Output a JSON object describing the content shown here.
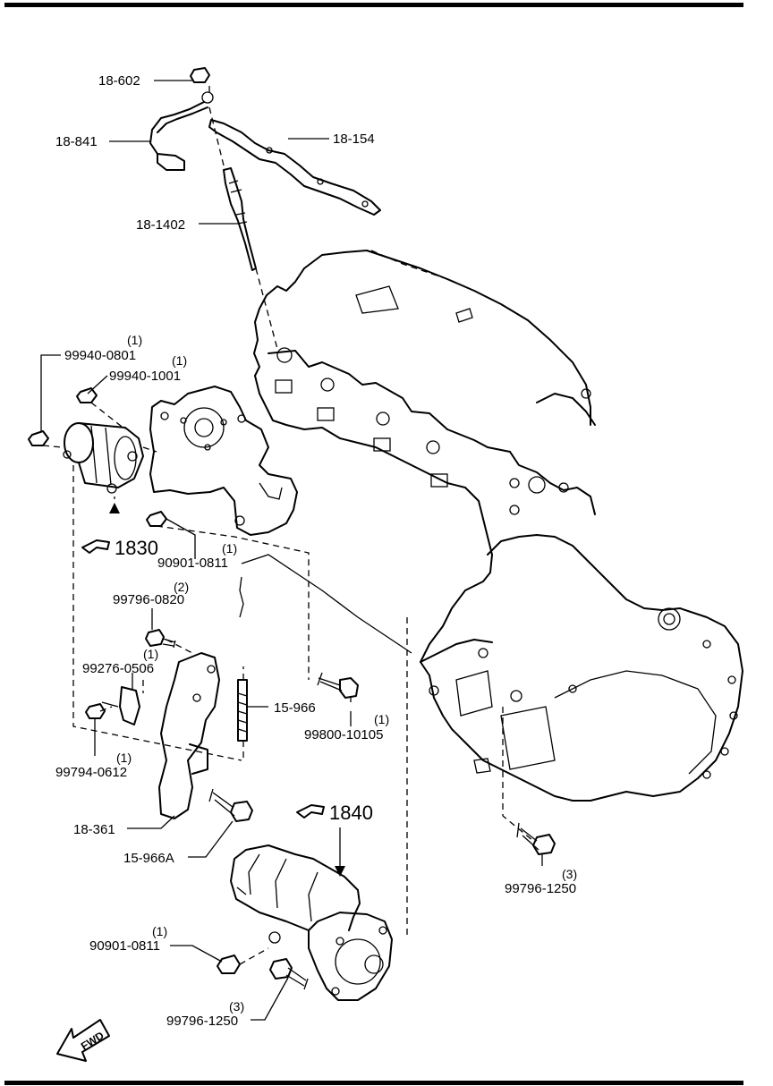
{
  "labels": {
    "nut_18_602": "18-602",
    "harness_18_841": "18-841",
    "plate_18_154": "18-154",
    "plug_18_1402": "18-1402",
    "nut_99940_0801": "99940-0801",
    "nut_99940_0801_qty": "(1)",
    "nut_99940_1001": "99940-1001",
    "nut_99940_1001_qty": "(1)",
    "nut_90901_0811_upper": "90901-0811",
    "nut_90901_0811_upper_qty": "(1)",
    "bolt_99796_0820": "99796-0820",
    "bolt_99796_0820_qty": "(2)",
    "bolt_99276_0506": "99276-0506",
    "bolt_99276_0506_qty": "(1)",
    "bolt_15_966": "15-966",
    "bolt_99800_10105": "99800-10105",
    "bolt_99800_10105_qty": "(1)",
    "bolt_99794_0612": "99794-0612",
    "bolt_99794_0612_qty": "(1)",
    "bracket_18_361": "18-361",
    "bolt_15_966A": "15-966A",
    "bolt_99796_1250_right": "99796-1250",
    "bolt_99796_1250_right_qty": "(3)",
    "nut_90901_0811_lower": "90901-0811",
    "nut_90901_0811_lower_qty": "(1)",
    "bolt_99796_1250_lower": "99796-1250",
    "bolt_99796_1250_lower_qty": "(3)"
  },
  "references": {
    "alternator_ref": "1830",
    "starter_ref": "1840"
  },
  "fwd_label": "FWD"
}
